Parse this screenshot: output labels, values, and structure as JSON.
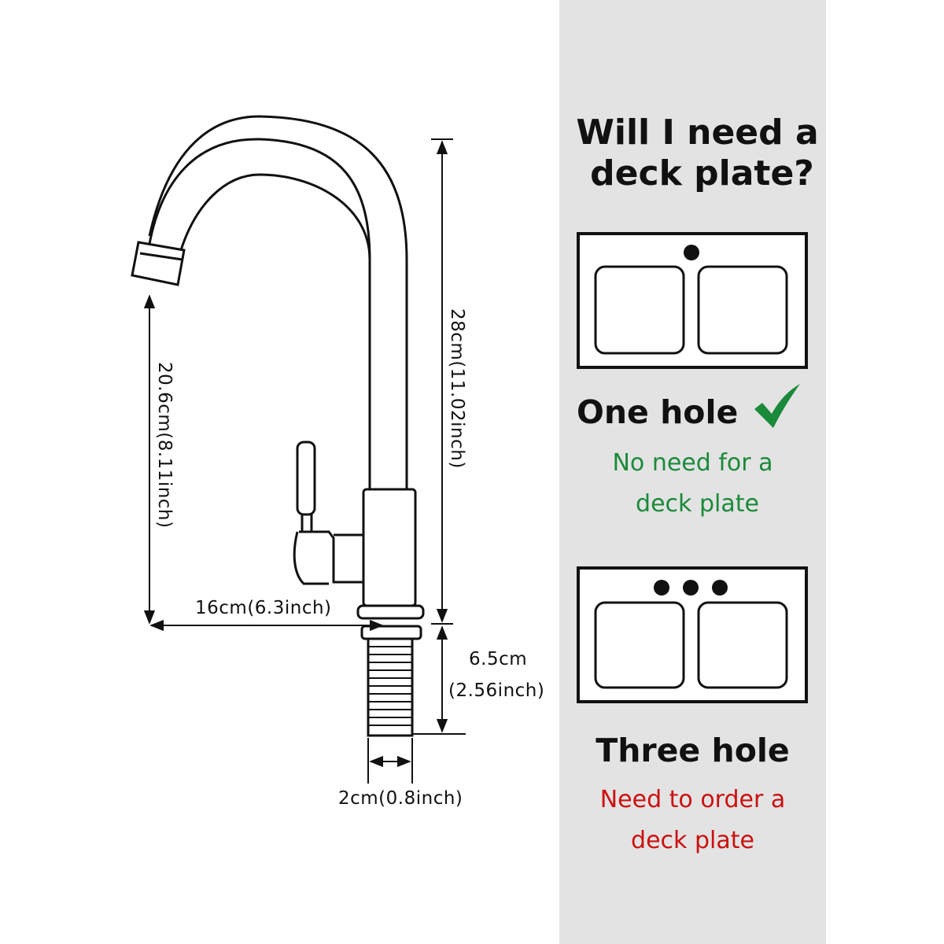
{
  "colors": {
    "panel_bg": "#e3e3e3",
    "line": "#111111",
    "positive": "#1a8a3a",
    "negative": "#cc1010"
  },
  "dimensions": {
    "height_total": "28cm(11.02inch)",
    "spout_height": "20.6cm(8.11inch)",
    "reach": "16cm(6.3inch)",
    "shank_length_cm": "6.5cm",
    "shank_length_in": "(2.56inch)",
    "shank_diameter": "2cm(0.8inch)"
  },
  "panel": {
    "question_lines": [
      "Will I need a",
      "deck plate?"
    ],
    "one_hole": {
      "label": "One hole",
      "icon": "check-mark-icon",
      "hole_count": 1,
      "note_lines": [
        "No need for a",
        "deck plate"
      ]
    },
    "three_hole": {
      "label": "Three hole",
      "hole_count": 3,
      "note_lines": [
        "Need to order a",
        "deck plate"
      ]
    }
  }
}
